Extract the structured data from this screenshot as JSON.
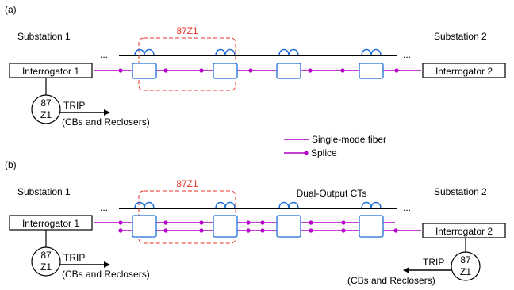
{
  "panel_a": {
    "label": "(a)",
    "sub1": "Substation 1",
    "sub2": "Substation 2",
    "zone": "87Z1",
    "interrogator1": "Interrogator 1",
    "interrogator2": "Interrogator 2",
    "relay_top": "87",
    "relay_bottom": "Z1",
    "trip": "TRIP",
    "trip_target": "(CBs and Reclosers)",
    "ellipsis": "..."
  },
  "legend": {
    "fiber": "Single-mode fiber",
    "splice": "Splice"
  },
  "panel_b": {
    "label": "(b)",
    "sub1": "Substation 1",
    "sub2": "Substation 2",
    "zone": "87Z1",
    "ct_label": "Dual-Output CTs",
    "interrogator1": "Interrogator 1",
    "interrogator2": "Interrogator 2",
    "relay_top": "87",
    "relay_bottom": "Z1",
    "trip": "TRIP",
    "trip_target": "(CBs and Reclosers)",
    "ellipsis": "..."
  },
  "colors": {
    "fiber": "#b400c8",
    "ct": "#1e6fd9",
    "zone": "#e8302a",
    "line": "#000000"
  }
}
